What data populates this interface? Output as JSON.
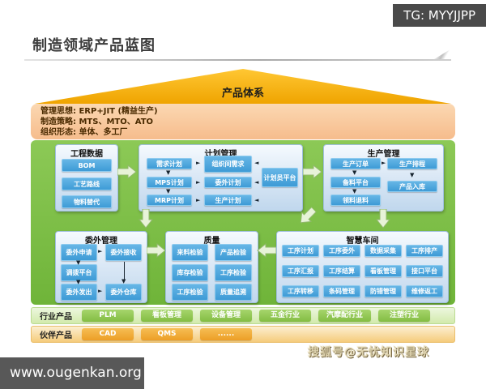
{
  "header": {
    "tg_badge": "TG: MYYJJPP",
    "title": "制造领域产品蓝图"
  },
  "roof": {
    "label": "产品体系"
  },
  "strategy_band": {
    "line1": "管理思想: ERP+JIT (精益生产)",
    "line2": "制造策略: MTS、MTO、ATO",
    "line3": "组织形态: 单体、多工厂"
  },
  "sections": {
    "engineering": {
      "title": "工程数据",
      "items": [
        "BOM",
        "工艺路线",
        "物料替代"
      ]
    },
    "planning": {
      "title": "计划管理",
      "col1": [
        "需求计划",
        "MPS计划",
        "MRP计划"
      ],
      "col2": [
        "组织间需求",
        "委外计划",
        "生产计划"
      ],
      "platform": "计划员平台"
    },
    "production": {
      "title": "生产管理",
      "col1": [
        "生产订单",
        "备料平台",
        "领料退料"
      ],
      "col2": [
        "生产排程",
        "产品入库"
      ]
    },
    "outsourcing": {
      "title": "委外管理",
      "col1": [
        "委外申请",
        "调拨平台",
        "委外发出"
      ],
      "col2": [
        "委外接收",
        "委外仓库"
      ]
    },
    "quality": {
      "title": "质量",
      "col1": [
        "来料检验",
        "库存检验",
        "工序检验"
      ],
      "col2": [
        "产品检验",
        "工序检验",
        "质量追溯"
      ]
    },
    "workshop": {
      "title": "智慧车间",
      "grid": [
        [
          "工序计划",
          "工序委外",
          "数据采集",
          "工序排产"
        ],
        [
          "工序汇报",
          "工序结算",
          "看板管理",
          "接口平台"
        ],
        [
          "工序转移",
          "条码管理",
          "防错管理",
          "维修返工"
        ]
      ]
    }
  },
  "industry_row": {
    "label": "行业产品",
    "items": [
      "PLM",
      "看板管理",
      "设备管理",
      "五金行业",
      "汽摩配行业",
      "注塑行业"
    ]
  },
  "partner_row": {
    "label": "伙伴产品",
    "items": [
      "CAD",
      "QMS",
      "......"
    ]
  },
  "footer": {
    "sohu": "搜狐号@无忧知识星球",
    "url": "www.ougenkan.org"
  },
  "icons": {
    "down": "▼",
    "right": "►",
    "left": "◄"
  },
  "colors": {
    "roof_gold": "#F2A900",
    "band_peach": "#F8C99C",
    "panel_green": "#7CBF3F",
    "box_blue": "#45A3DC",
    "industry_green": "#8FC74F",
    "partner_orange": "#F0A832",
    "badge_gray": "#4A4A4A"
  }
}
